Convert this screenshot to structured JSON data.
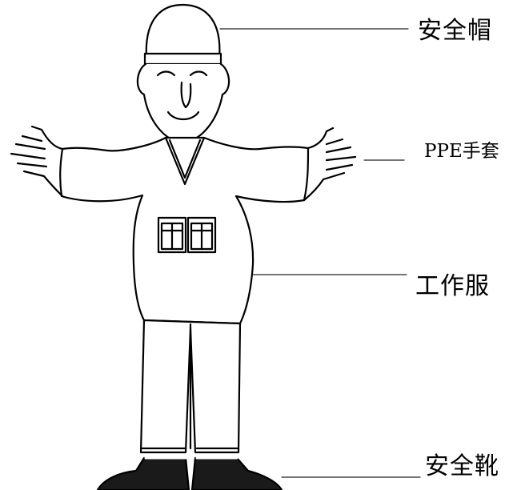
{
  "labels": {
    "helmet": "安全帽",
    "gloves": "PPE手套",
    "workwear": "工作服",
    "boots": "安全靴"
  }
}
